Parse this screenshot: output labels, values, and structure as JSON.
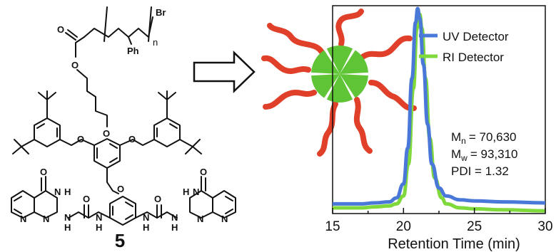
{
  "compound": {
    "number": "5",
    "atoms": {
      "br": "Br",
      "n": "n",
      "ph": "Ph",
      "o": "O",
      "n_atom": "N",
      "h": "H"
    }
  },
  "illustration": {
    "core_color": "#5fc536",
    "chain_color": "#e0402a"
  },
  "chart_data": {
    "type": "line",
    "title": "",
    "xlabel": "Retention Time (min)",
    "ylabel": "",
    "xlim": [
      15,
      30
    ],
    "xticks": [
      15,
      20,
      25,
      30
    ],
    "grid": false,
    "legend": "top-right",
    "series": [
      {
        "name": "UV Detector",
        "color": "#4a78d8",
        "points": [
          [
            15,
            0.02
          ],
          [
            17,
            0.02
          ],
          [
            18,
            0.025
          ],
          [
            19,
            0.03
          ],
          [
            19.5,
            0.05
          ],
          [
            20,
            0.12
          ],
          [
            20.3,
            0.3
          ],
          [
            20.6,
            0.65
          ],
          [
            20.85,
            0.93
          ],
          [
            21.0,
            1.0
          ],
          [
            21.15,
            0.95
          ],
          [
            21.4,
            0.72
          ],
          [
            21.7,
            0.42
          ],
          [
            22.0,
            0.22
          ],
          [
            22.5,
            0.1
          ],
          [
            23,
            0.06
          ],
          [
            24,
            0.04
          ],
          [
            25,
            0.035
          ],
          [
            27,
            0.03
          ],
          [
            30,
            0.025
          ]
        ]
      },
      {
        "name": "RI Detector",
        "color": "#7fd93a",
        "points": [
          [
            15,
            0.0
          ],
          [
            17,
            0.0
          ],
          [
            18,
            0.005
          ],
          [
            19,
            0.01
          ],
          [
            19.5,
            0.02
          ],
          [
            20,
            0.06
          ],
          [
            20.35,
            0.22
          ],
          [
            20.7,
            0.6
          ],
          [
            20.95,
            0.9
          ],
          [
            21.15,
            0.97
          ],
          [
            21.3,
            0.9
          ],
          [
            21.55,
            0.65
          ],
          [
            21.85,
            0.35
          ],
          [
            22.2,
            0.15
          ],
          [
            22.7,
            0.05
          ],
          [
            23,
            0.02
          ],
          [
            24,
            0.0
          ],
          [
            25,
            -0.005
          ],
          [
            27,
            -0.01
          ],
          [
            30,
            -0.015
          ]
        ]
      }
    ],
    "annotations": {
      "mn": "M",
      "mn_sub": "n",
      "mn_value": "= 70,630",
      "mw": "M",
      "mw_sub": "w",
      "mw_value": "= 93,310",
      "pdi": "PDI = 1.32"
    }
  }
}
